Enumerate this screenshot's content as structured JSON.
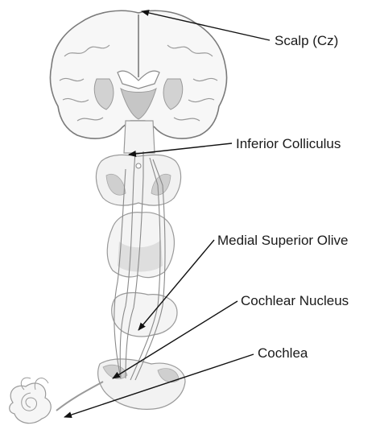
{
  "labels": {
    "scalp": "Scalp (Cz)",
    "inferior_colliculus": "Inferior Colliculus",
    "medial_superior_olive": "Medial Superior Olive",
    "cochlear_nucleus": "Cochlear Nucleus",
    "cochlea": "Cochlea"
  },
  "colors": {
    "structure_stroke": "#8a8a8a",
    "structure_fill": "#ececec",
    "shading": "#bdbdbd",
    "arrow": "#111111",
    "text": "#1a1a1a"
  }
}
